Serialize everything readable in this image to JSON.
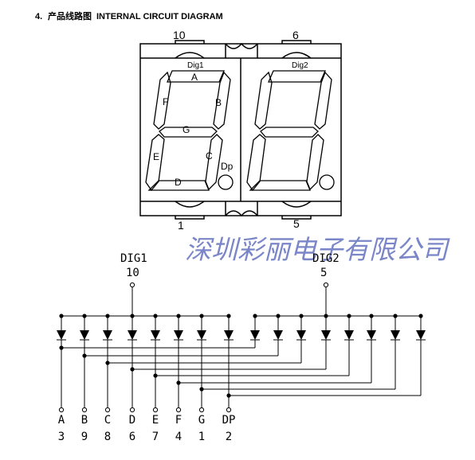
{
  "header": {
    "number": "4.",
    "chinese_title": "产品线路图",
    "english_title": "INTERNAL CIRCUIT DIAGRAM"
  },
  "package": {
    "top_pins": [
      "10",
      "6"
    ],
    "bottom_pins": [
      "1",
      "5"
    ],
    "digit_labels": [
      "Dig1",
      "Dig2"
    ],
    "segment_labels": [
      "A",
      "B",
      "C",
      "D",
      "E",
      "F",
      "G"
    ],
    "dp_label": "Dp"
  },
  "watermark": "深圳彩丽电子有限公司",
  "circuit": {
    "dig1": {
      "name": "DIG1",
      "pin": "10"
    },
    "dig2": {
      "name": "DIG2",
      "pin": "5"
    },
    "segments": [
      "A",
      "B",
      "C",
      "D",
      "E",
      "F",
      "G",
      "DP"
    ],
    "pins": [
      "3",
      "9",
      "8",
      "6",
      "7",
      "4",
      "1",
      "2"
    ]
  }
}
